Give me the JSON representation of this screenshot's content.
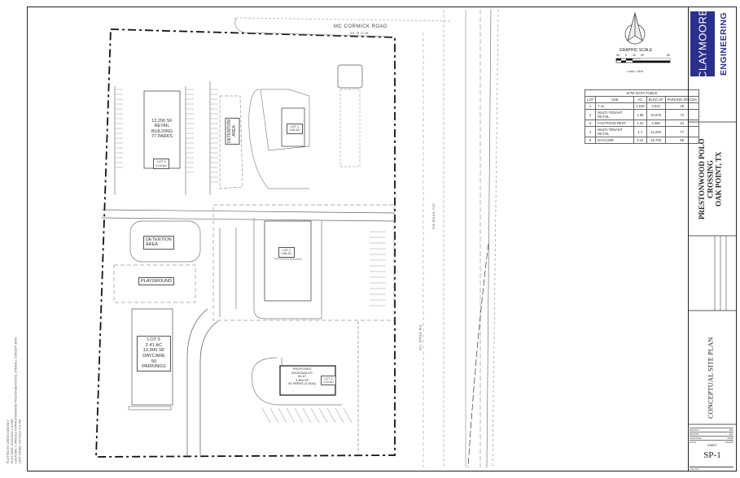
{
  "sheet": {
    "project": {
      "line1": "PRESTONWOOD POLO",
      "line2": "CROSSING",
      "line3": "OAK POINT, TX"
    },
    "title": "CONCEPTUAL SITE PLAN",
    "sheet_label": "SHEET",
    "sheet_number": "SP-1",
    "firm": {
      "logo_text": "CLAYMOORE",
      "logo_sub": "ENGINEERING",
      "brand_color": "#2b2f8c"
    },
    "meta": [
      {
        "label": "DESIGN",
        "value": "JEC"
      },
      {
        "label": "DRAWN",
        "value": "JEC"
      },
      {
        "label": "CHECKED",
        "value": "MMM"
      },
      {
        "label": "DATE",
        "value": "10/2022"
      }
    ],
    "file_label": "FILE NO."
  },
  "graphic_scale": {
    "title": "GRAPHIC SCALE",
    "ticks": [
      "40",
      "0",
      "20",
      "40",
      "80"
    ],
    "note": "1 inch = 40 ft.",
    "north_label": "N"
  },
  "site_data_table": {
    "title": "SITE DATA TABLE",
    "headers": [
      "LOT",
      "USE",
      "AC",
      "BLDG SF",
      "PARKING SPACES"
    ],
    "rows": [
      [
        "1",
        "7-11",
        "1.630",
        "3,010",
        "25"
      ],
      [
        "2",
        "MULTI-TENANT RETAIL",
        "1.88",
        "10,875",
        "72"
      ],
      [
        "3",
        "FASTFOOD REST.",
        "1.31",
        "4,365",
        "44"
      ],
      [
        "4",
        "MULTI-TENANT RETAIL",
        "1.7",
        "12,200",
        "77"
      ],
      [
        "5",
        "DAYCARE",
        "2.41",
        "18,700",
        "66"
      ]
    ]
  },
  "plan": {
    "road_north": "MC CORMICK ROAD",
    "road_north_sub": "40' R.O.W.",
    "road_east": "FM ROAD 720",
    "lot4": {
      "line1": "12,200 SF",
      "line2": "RETAIL BUILDING",
      "line3": "77 PARKS",
      "tag1": "LOT 4",
      "tag2": "2.03 AC"
    },
    "detention_north": {
      "line1": "DETENTION",
      "line2": "AREA"
    },
    "detention_west": {
      "line1": "DETENTION",
      "line2": "AREA"
    },
    "playground": "PLAYGROUND",
    "lot5": {
      "line1": "LOT 5",
      "line2": "2.41 AC",
      "line3": "12,900 SF",
      "line4": "DAYCARE",
      "line5": "50",
      "line6": "PARKINGS"
    },
    "lot1": {
      "line1": "LOT 1",
      "line2": "1.83 AC"
    },
    "lot2": {
      "line1": "LOT 2",
      "line2": "1.88 AC",
      "sub": "PROPOSED BUILDING"
    },
    "lot3": {
      "line1": "LOT 3",
      "line2": "1.31 AC"
    },
    "mcdonalds": {
      "line1": "PROPOSED",
      "line2": "MCDONALDS",
      "line3": "40-67",
      "line4": "4,365 SF",
      "line5": "44 PARKS (2 ADA)"
    }
  },
  "side_note": {
    "plotted_by": "PLOTTED BY: DREW DONOSKY",
    "plot_date": "PLOT DATE: 10/25/2022 1:20 PM",
    "location": "LOCATION: C:\\PROJECTS\\PRESTONWOOD POLO\\SHEETS\\SITE_OVERALL CONCEPT.DWG",
    "last_saved": "LAST SAVED: 10/7/2022 4:11 PM"
  }
}
